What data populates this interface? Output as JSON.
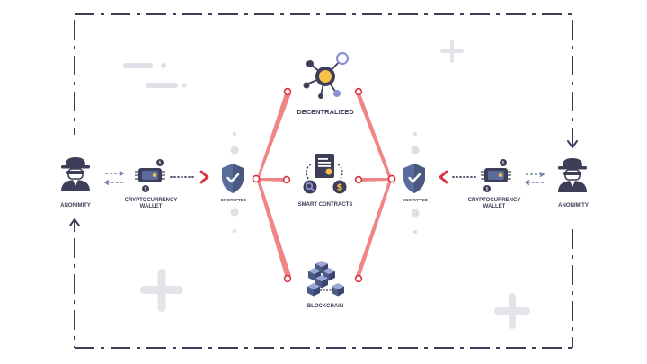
{
  "left": {
    "user_label": "ANONIMITY",
    "wallet_label": "CRYPTOCURRENCY WALLET",
    "shield_label": "ENCRYPTED"
  },
  "right": {
    "user_label": "ANONIMITY",
    "wallet_label": "CRYPTOCURRENCY WALLET",
    "shield_label": "ENCRYPTED"
  },
  "center": {
    "top_label": "DECENTRALIZED",
    "middle_label": "SMART CONTRACTS",
    "bottom_label": "BLOCKCHAIN"
  },
  "colors": {
    "navy": "#3d3f58",
    "slate": "#5a6c9c",
    "light_grey": "#dfe0e6",
    "red": "#d9333f",
    "red_beam": "#f08585",
    "gold": "#f7c14a",
    "purple": "#8b92d5"
  }
}
